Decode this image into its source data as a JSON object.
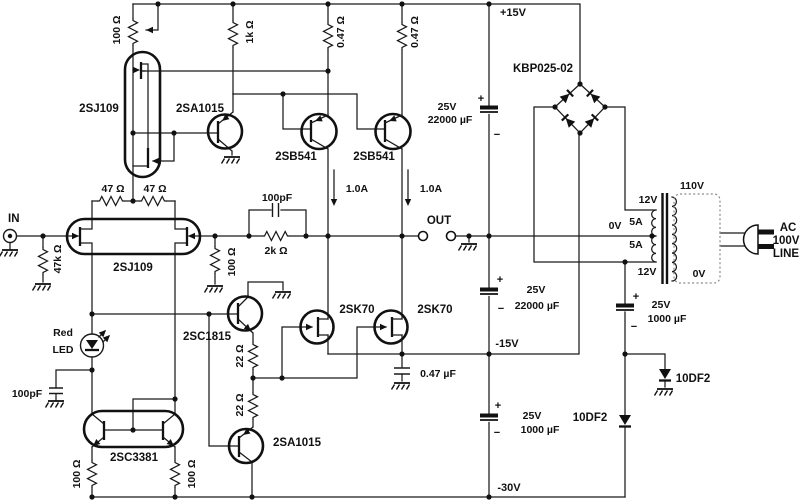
{
  "diagram": {
    "background": "#ffffff",
    "ink": "#111111"
  },
  "labels": {
    "in": "IN",
    "pot": "100 Ω",
    "r1k": "1k Ω",
    "j109_top": "2SJ109",
    "a1015_top": "2SA1015",
    "r047_l": "0.47 Ω",
    "r047_r": "0.47 Ω",
    "p15": "+15V",
    "kbp": "KBP025-02",
    "c1_v": "25V",
    "c1_c": "22000 µF",
    "b541_l": "2SB541",
    "b541_r": "2SB541",
    "i1": "1.0A",
    "i2": "1.0A",
    "r47_l": "47 Ω",
    "r47_r": "47 Ω",
    "j109_in": "2SJ109",
    "r47k": "47k Ω",
    "r100_in": "100 Ω",
    "c100p_mid": "100pF",
    "r2k": "2k Ω",
    "out": "OUT",
    "c2_v": "25V",
    "c2_c": "22000 µF",
    "tr110": "110V",
    "tr12t": "12V",
    "tr0s": "0V",
    "tr5a1": "5A",
    "tr5a2": "5A",
    "tr12b": "12V",
    "tr0p": "0V",
    "ac1": "AC",
    "ac2": "100V",
    "ac3": "LINE",
    "led1": "Red",
    "led2": "LED",
    "c1815": "2SC1815",
    "r22_t": "22 Ω",
    "r22_b": "22 Ω",
    "k70_l": "2SK70",
    "k70_r": "2SK70",
    "c047": "0.47 µF",
    "m15": "-15V",
    "c3_v": "25V",
    "c3_c": "1000 µF",
    "c4_v": "25V",
    "c4_c": "1000 µF",
    "d_l": "10DF2",
    "d_r": "10DF2",
    "c100p_l": "100pF",
    "c3381": "2SC3381",
    "a1015_b": "2SA1015",
    "r100_bl": "100 Ω",
    "r100_br": "100 Ω",
    "m30": "-30V",
    "plus": "+",
    "minus": "−"
  }
}
